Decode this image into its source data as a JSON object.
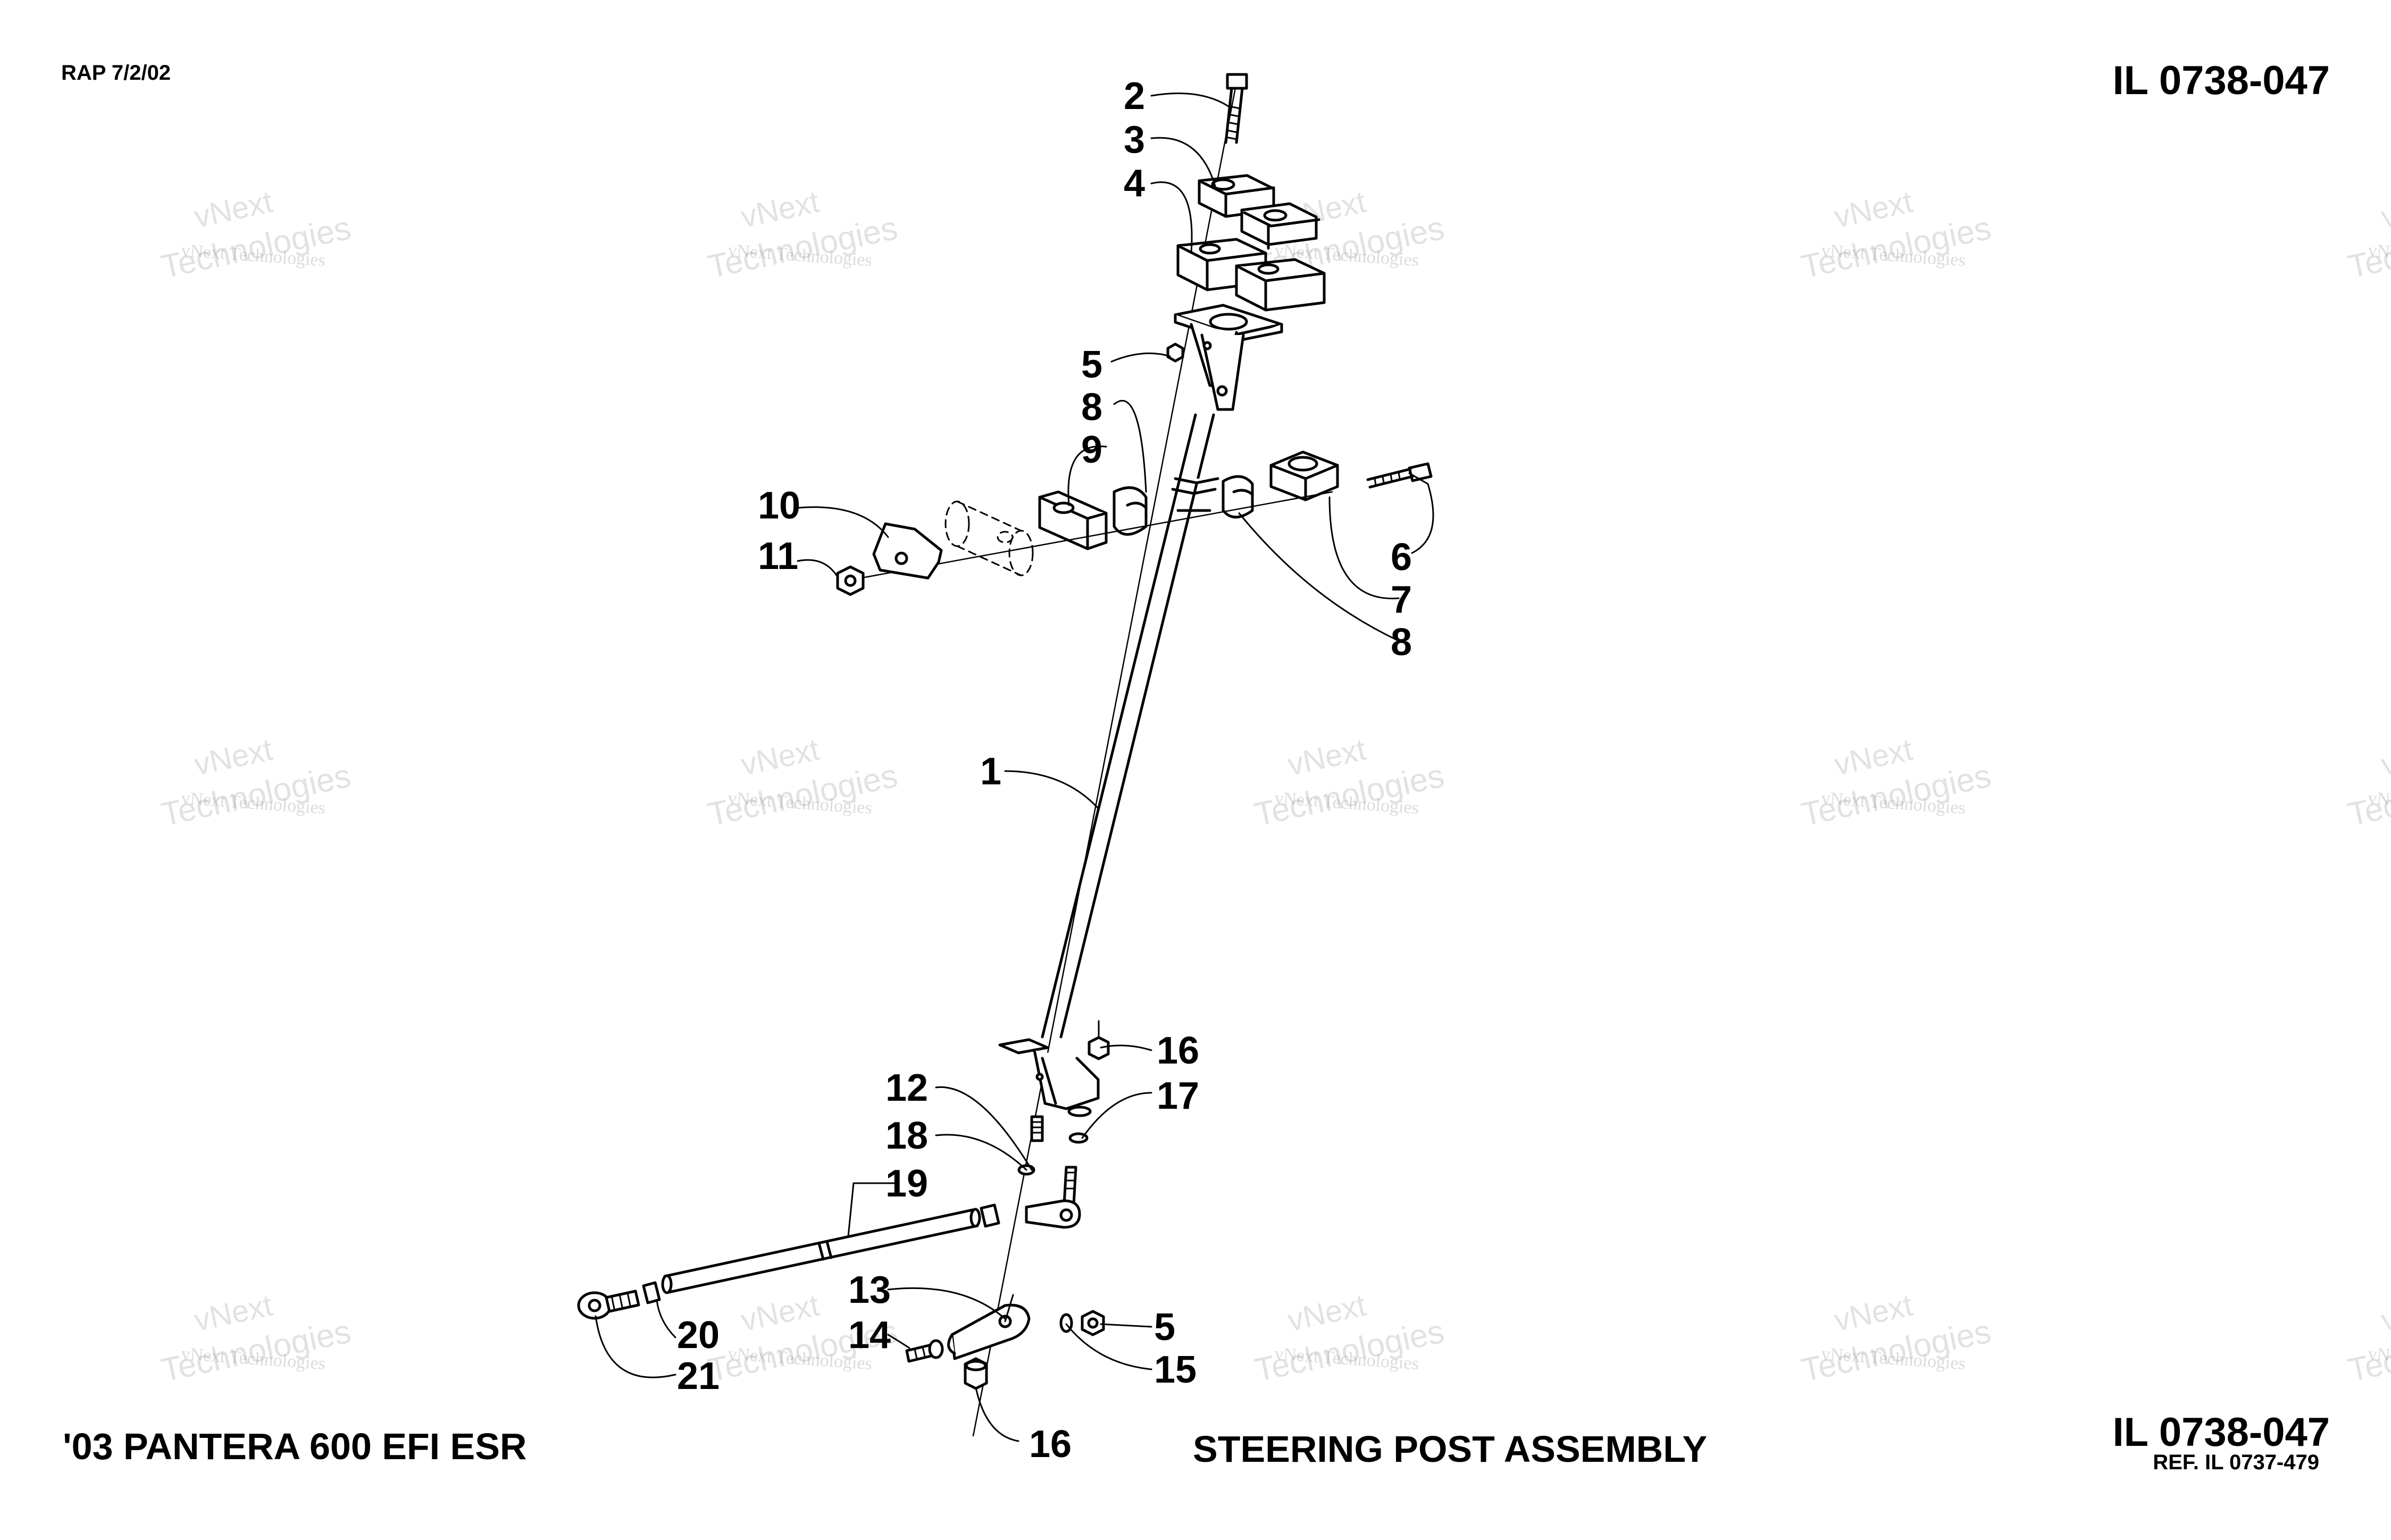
{
  "header": {
    "revision_stamp": "RAP 7/2/02",
    "illustration_number": "IL 0738-047"
  },
  "footer": {
    "model_name": "'03 PANTERA 600 EFI ESR",
    "diagram_title": "STEERING POST ASSEMBLY",
    "illustration_number": "IL 0738-047",
    "reference": "REF. IL 0737-479"
  },
  "watermark": {
    "line1": "vNext Technologies",
    "line2": "vNext",
    "line3": "Technologies"
  },
  "callouts": [
    {
      "id": "c2",
      "label": "2"
    },
    {
      "id": "c3",
      "label": "3"
    },
    {
      "id": "c4",
      "label": "4"
    },
    {
      "id": "c5a",
      "label": "5"
    },
    {
      "id": "c8a",
      "label": "8"
    },
    {
      "id": "c9",
      "label": "9"
    },
    {
      "id": "c10",
      "label": "10"
    },
    {
      "id": "c11",
      "label": "11"
    },
    {
      "id": "c6",
      "label": "6"
    },
    {
      "id": "c7",
      "label": "7"
    },
    {
      "id": "c8b",
      "label": "8"
    },
    {
      "id": "c1",
      "label": "1"
    },
    {
      "id": "c16a",
      "label": "16"
    },
    {
      "id": "c17",
      "label": "17"
    },
    {
      "id": "c12",
      "label": "12"
    },
    {
      "id": "c18",
      "label": "18"
    },
    {
      "id": "c19",
      "label": "19"
    },
    {
      "id": "c13",
      "label": "13"
    },
    {
      "id": "c14",
      "label": "14"
    },
    {
      "id": "c5b",
      "label": "5"
    },
    {
      "id": "c15",
      "label": "15"
    },
    {
      "id": "c20",
      "label": "20"
    },
    {
      "id": "c21",
      "label": "21"
    },
    {
      "id": "c16b",
      "label": "16"
    }
  ]
}
